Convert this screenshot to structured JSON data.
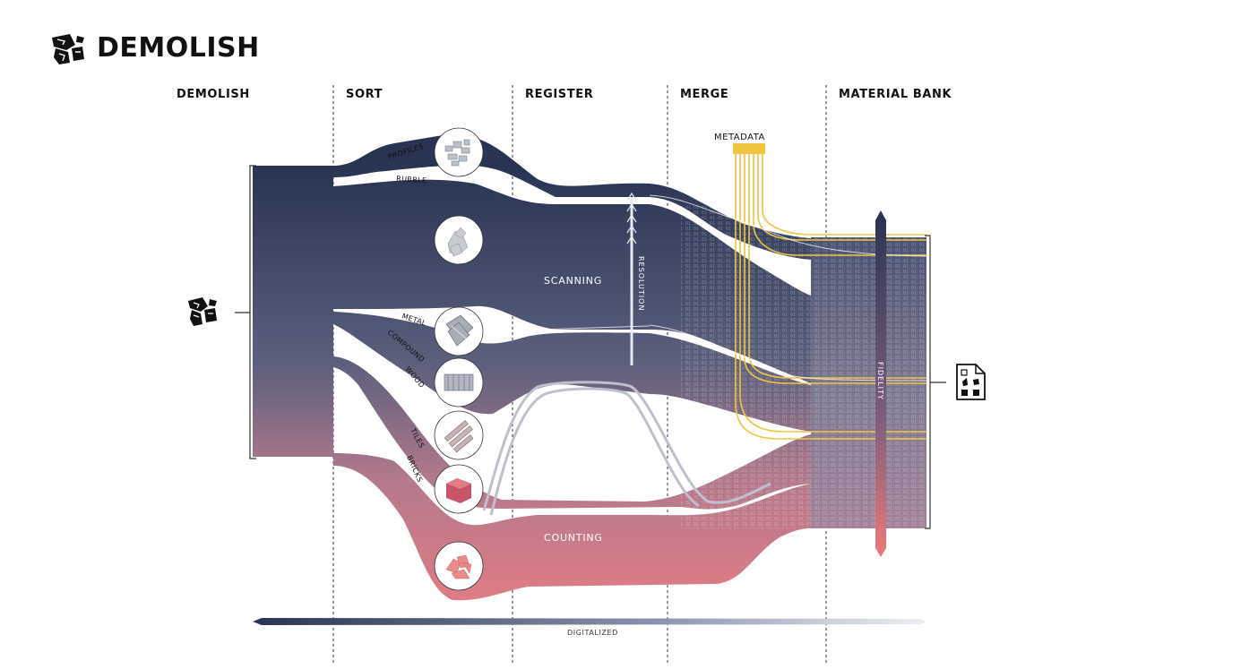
{
  "header": {
    "title": "DEMOLISH"
  },
  "stages": [
    "DEMOLISH",
    "SORT",
    "REGISTER",
    "MERGE",
    "MATERIAL BANK"
  ],
  "materials": [
    "PROFILES",
    "RUBBLE",
    "METAL",
    "COMPOUND",
    "WOOD",
    "TILES",
    "BRICKS"
  ],
  "processes": {
    "scanning": "SCANNING",
    "counting": "COUNTING",
    "metadata": "METADATA"
  },
  "axes": {
    "resolution": "RESOLUTION",
    "fidelity": "FIDELITY",
    "digitalized": "DIGITALIZED"
  },
  "colors": {
    "navy": "#283452",
    "mid": "#7d6f86",
    "pink": "#e07c86",
    "metadata": "#efc53f"
  },
  "icons": {
    "demolish": "demolish-icon",
    "document": "document-icon"
  }
}
